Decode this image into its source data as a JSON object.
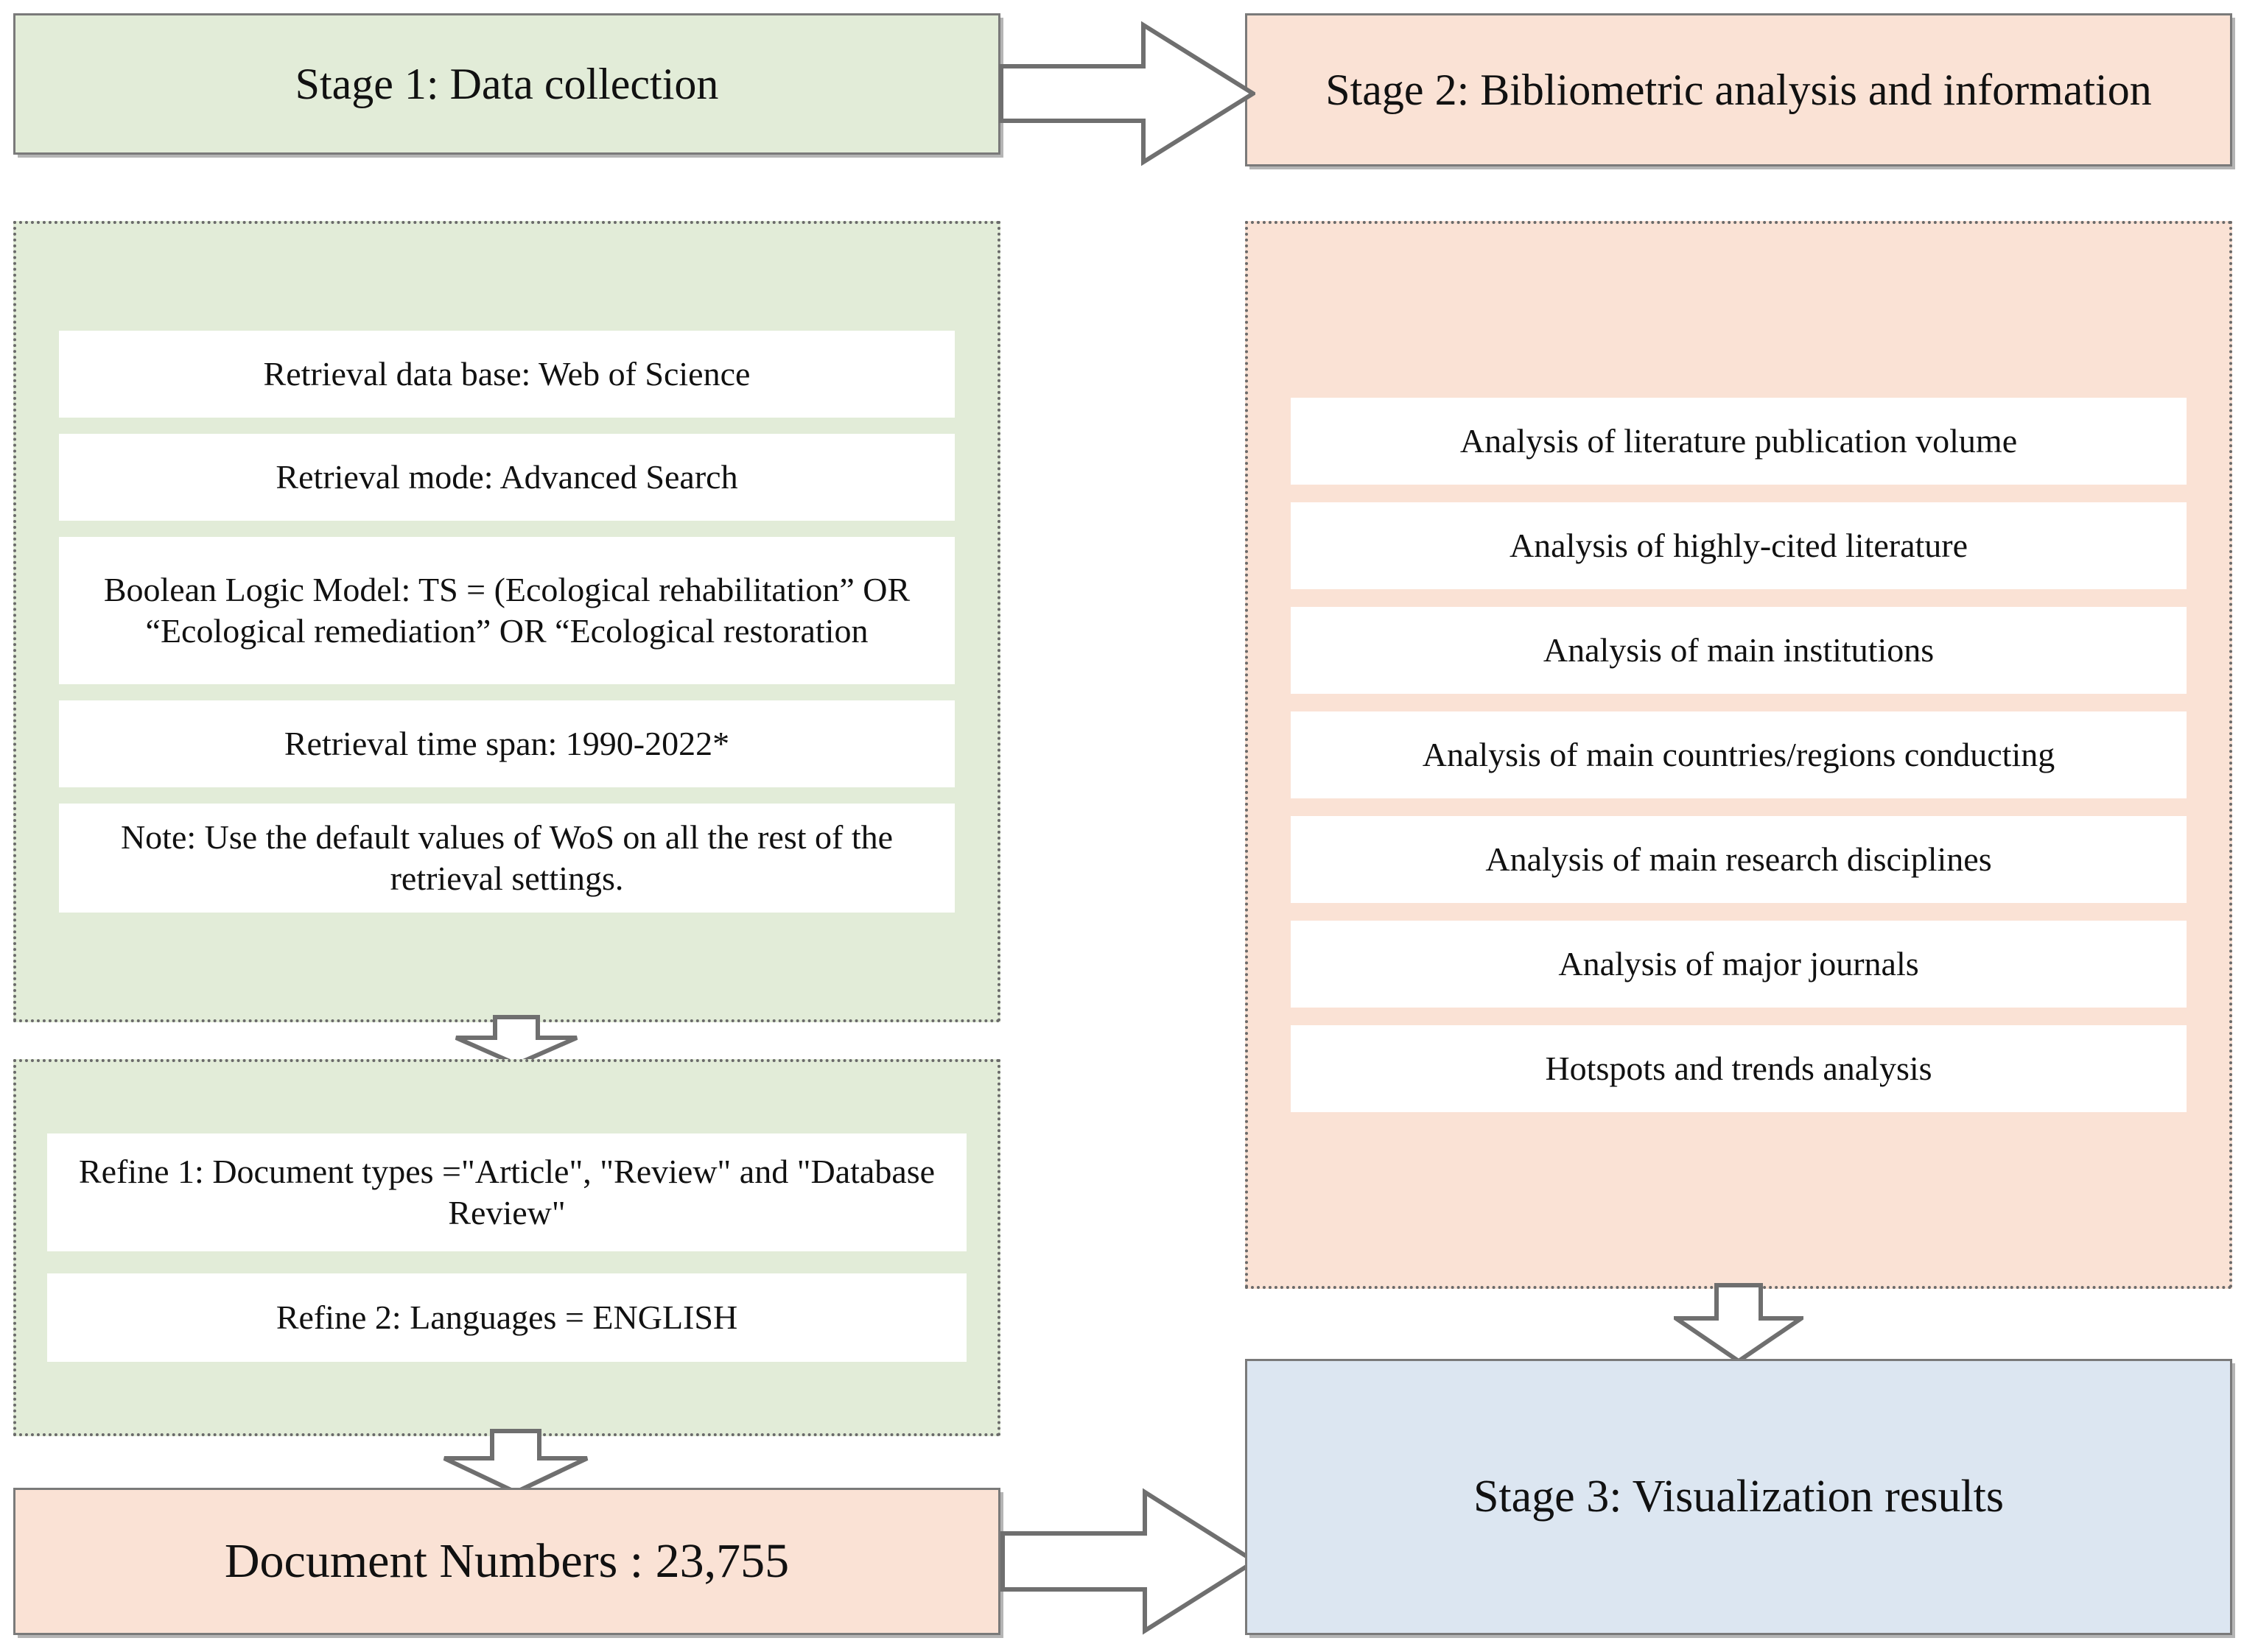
{
  "diagram": {
    "title": "Bibliometric research workflow",
    "colors": {
      "stage1_fill": "#e2ecd8",
      "stage2_fill": "#fae2d5",
      "stage3_fill": "#dce6f1",
      "panel_border": "#6a6a6a",
      "box_border": "#7a7a7a",
      "item_fill": "#ffffff",
      "text": "#111111",
      "arrow_stroke": "#6f6f6f",
      "arrow_fill": "#ffffff"
    }
  },
  "stage1": {
    "header": "Stage 1: Data collection",
    "collection_items": [
      "Retrieval data base: Web of Science",
      "Retrieval mode: Advanced Search",
      "Boolean Logic Model: TS = (Ecological rehabilitation” OR “Ecological remediation” OR “Ecological restoration",
      "Retrieval time span: 1990-2022*",
      "Note: Use the default values of  WoS on all the rest of the retrieval settings."
    ],
    "refine_items": [
      "Refine 1: Document types =\"Article\", \"Review\" and \"Database Review\"",
      "Refine 2: Languages = ENGLISH"
    ]
  },
  "stage2": {
    "header": "Stage 2:  Bibliometric analysis and information",
    "analysis_items": [
      "Analysis of literature publication volume",
      "Analysis of highly-cited literature",
      "Analysis of main institutions",
      "Analysis of main countries/regions conducting",
      "Analysis of main research disciplines",
      "Analysis of major journals",
      "Hotspots and trends analysis"
    ]
  },
  "stage3": {
    "header": "Stage 3: Visualization results"
  },
  "result": {
    "document_numbers": "Document Numbers : 23,755"
  },
  "arrows": [
    {
      "name": "stage1-to-stage2",
      "direction": "right"
    },
    {
      "name": "collection-to-refine",
      "direction": "down"
    },
    {
      "name": "refine-to-document-numbers",
      "direction": "down"
    },
    {
      "name": "document-numbers-to-stage3",
      "direction": "right"
    },
    {
      "name": "analysis-to-stage3",
      "direction": "down"
    }
  ]
}
